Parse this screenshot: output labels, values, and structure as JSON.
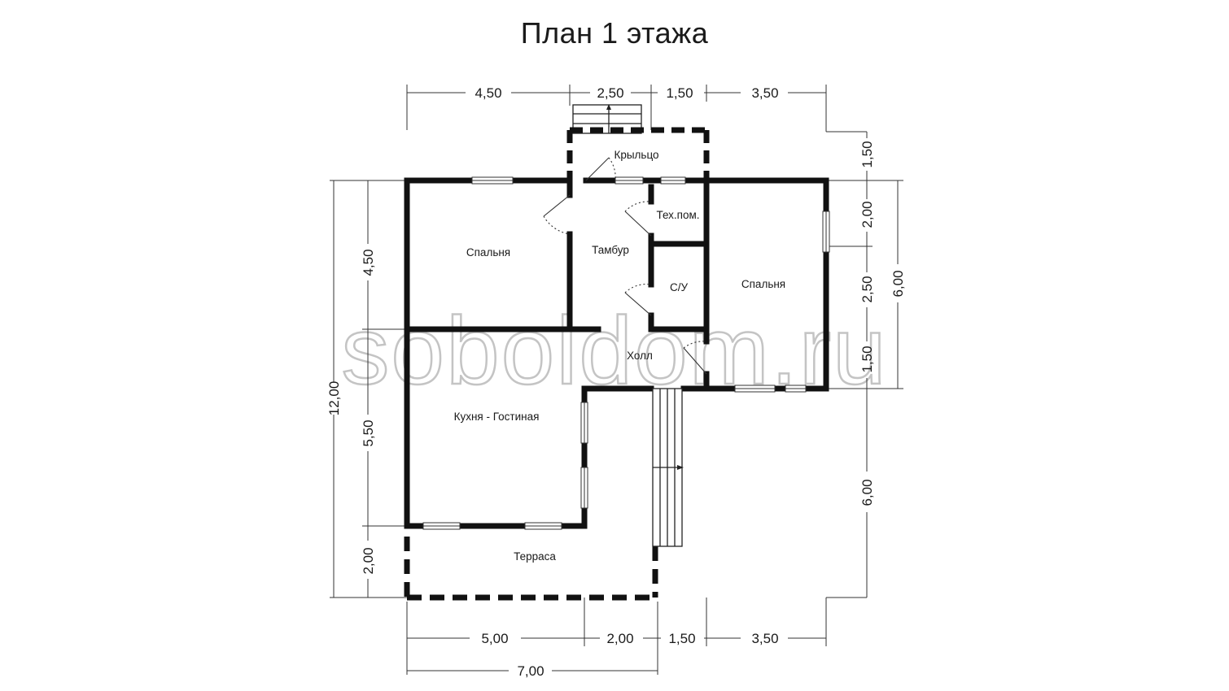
{
  "title": "План 1 этажа",
  "watermark": "soboldom.ru",
  "rooms": {
    "porch": "Крыльцо",
    "bedroom_left": "Спальня",
    "vestibule": "Тамбур",
    "utility": "Тех.пом.",
    "bathroom": "С/У",
    "bedroom_right": "Спальня",
    "hall": "Холл",
    "kitchen": "Кухня - Гостиная",
    "terrace": "Терраса"
  },
  "dimensions": {
    "top": [
      "4,50",
      "2,50",
      "1,50",
      "3,50"
    ],
    "bottom": [
      "5,00",
      "2,00",
      "1,50",
      "3,50"
    ],
    "bottom_total": "7,00",
    "left_total": "12,00",
    "left": [
      "4,50",
      "5,50",
      "2,00"
    ],
    "right": [
      "1,50",
      "2,00",
      "2,50",
      "1,50",
      "6,00"
    ],
    "right_total": "6,00"
  }
}
